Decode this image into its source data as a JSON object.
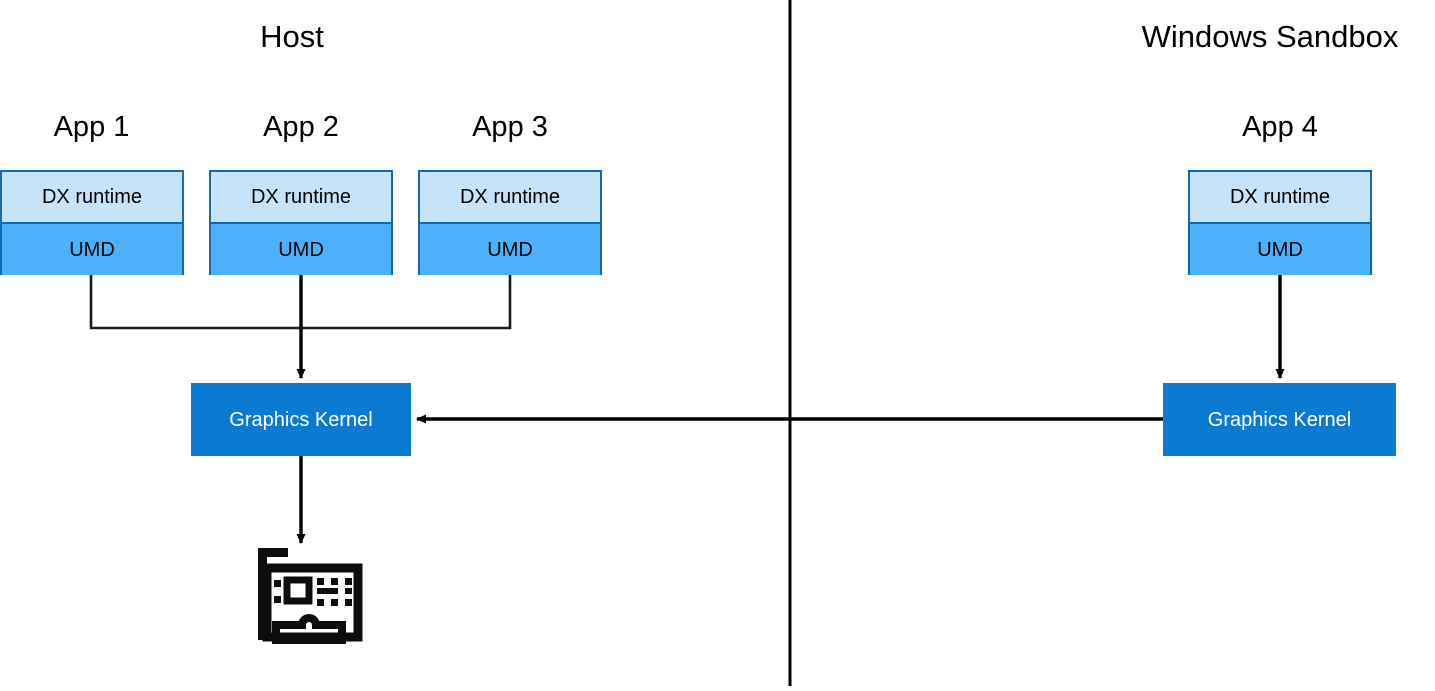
{
  "diagram": {
    "title_left": "Host",
    "title_right": "Windows Sandbox",
    "background": "#ffffff",
    "divider_color": "#000000",
    "colors": {
      "dx_runtime_fill": "#c6e3f9",
      "umd_fill": "#4cb0fb",
      "box_border": "#1569b0",
      "graphics_kernel_fill": "#0a7bd1",
      "graphics_kernel_text": "#ffffff",
      "connector": "#000000"
    }
  },
  "host": {
    "apps": [
      {
        "label": "App 1",
        "runtime": "DX runtime",
        "driver": "UMD"
      },
      {
        "label": "App 2",
        "runtime": "DX runtime",
        "driver": "UMD"
      },
      {
        "label": "App 3",
        "runtime": "DX runtime",
        "driver": "UMD"
      }
    ],
    "graphics_kernel": "Graphics Kernel",
    "gpu_device": "gpu-card"
  },
  "sandbox": {
    "apps": [
      {
        "label": "App 4",
        "runtime": "DX runtime",
        "driver": "UMD"
      }
    ],
    "graphics_kernel": "Graphics Kernel"
  },
  "connections": [
    {
      "from": "App 1 UMD",
      "to": "Host Graphics Kernel",
      "style": "elbow"
    },
    {
      "from": "App 2 UMD",
      "to": "Host Graphics Kernel",
      "style": "straight-arrow"
    },
    {
      "from": "App 3 UMD",
      "to": "Host Graphics Kernel",
      "style": "elbow"
    },
    {
      "from": "App 4 UMD",
      "to": "Sandbox Graphics Kernel",
      "style": "straight-arrow"
    },
    {
      "from": "Sandbox Graphics Kernel",
      "to": "Host Graphics Kernel",
      "style": "straight-arrow"
    },
    {
      "from": "Host Graphics Kernel",
      "to": "gpu-card",
      "style": "straight-arrow"
    }
  ]
}
